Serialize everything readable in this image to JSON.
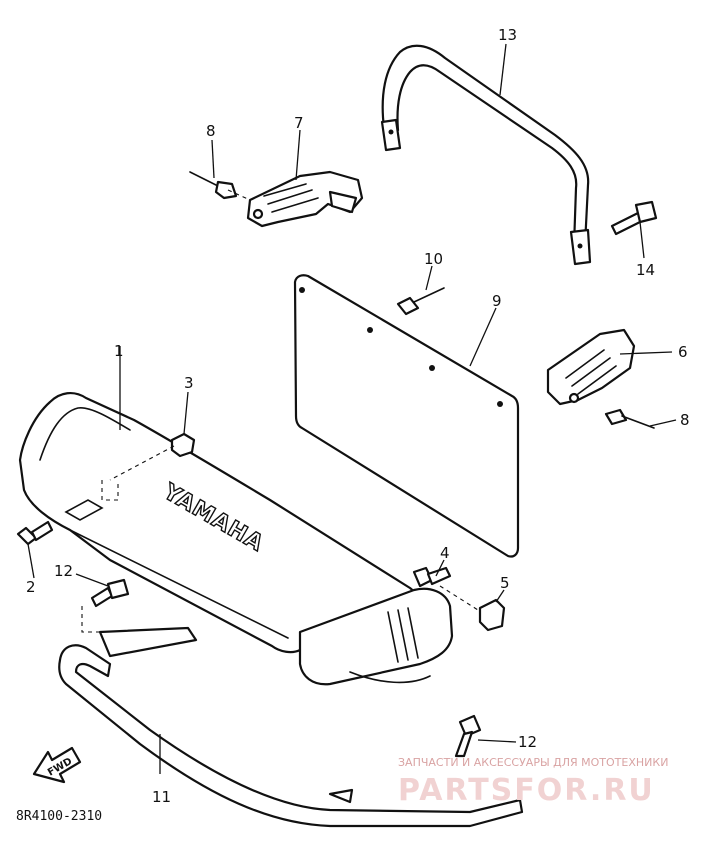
{
  "diagram_code": "8R4100-2310",
  "brand_text": "YAMAHA",
  "forward_label": "FWD",
  "watermark": {
    "line1": "ЗАПЧАСТИ И АКСЕССУАРЫ ДЛЯ МОТОТЕХНИКИ",
    "line2": "PARTSFOR.RU"
  },
  "callouts": {
    "c1": "1",
    "c2": "2",
    "c3": "3",
    "c4": "4",
    "c5": "5",
    "c6": "6",
    "c7": "7",
    "c8_top": "8",
    "c8_right": "8",
    "c9": "9",
    "c10": "10",
    "c11": "11",
    "c12_left": "12",
    "c12_bottom": "12",
    "c13": "13",
    "c14": "14"
  }
}
